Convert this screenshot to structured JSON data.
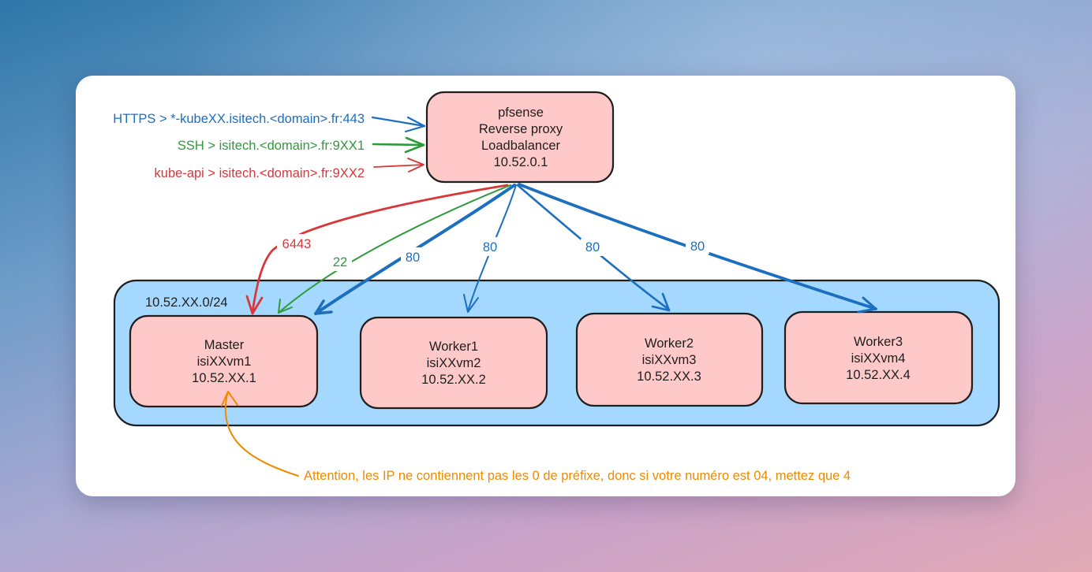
{
  "colors": {
    "https": "#1c6fbf",
    "ssh": "#2f9a3c",
    "kube_api": "#d8373a",
    "note": "#ee8a00",
    "node_fill": "#ffc9c9",
    "subnet_fill": "#a5d8ff"
  },
  "inbound": {
    "https": "HTTPS > *-kubeXX.isitech.<domain>.fr:443",
    "ssh": "SSH > isitech.<domain>.fr:9XX1",
    "kube_api": "kube-api > isitech.<domain>.fr:9XX2"
  },
  "pfsense": {
    "line1": "pfsense",
    "line2": "Reverse proxy",
    "line3": "Loadbalancer",
    "line4": "10.52.0.1"
  },
  "subnet": {
    "label": "10.52.XX.0/24"
  },
  "nodes": [
    {
      "name": "Master",
      "vm": "isiXXvm1",
      "ip": "10.52.XX.1"
    },
    {
      "name": "Worker1",
      "vm": "isiXXvm2",
      "ip": "10.52.XX.2"
    },
    {
      "name": "Worker2",
      "vm": "isiXXvm3",
      "ip": "10.52.XX.3"
    },
    {
      "name": "Worker3",
      "vm": "isiXXvm4",
      "ip": "10.52.XX.4"
    }
  ],
  "ports": {
    "kube_api": "6443",
    "ssh": "22",
    "http_master": "80",
    "http_worker1": "80",
    "http_worker2": "80",
    "http_worker3": "80"
  },
  "note": "Attention, les IP ne contiennent pas les 0 de préfixe, donc si votre numéro est 04, mettez que 4"
}
